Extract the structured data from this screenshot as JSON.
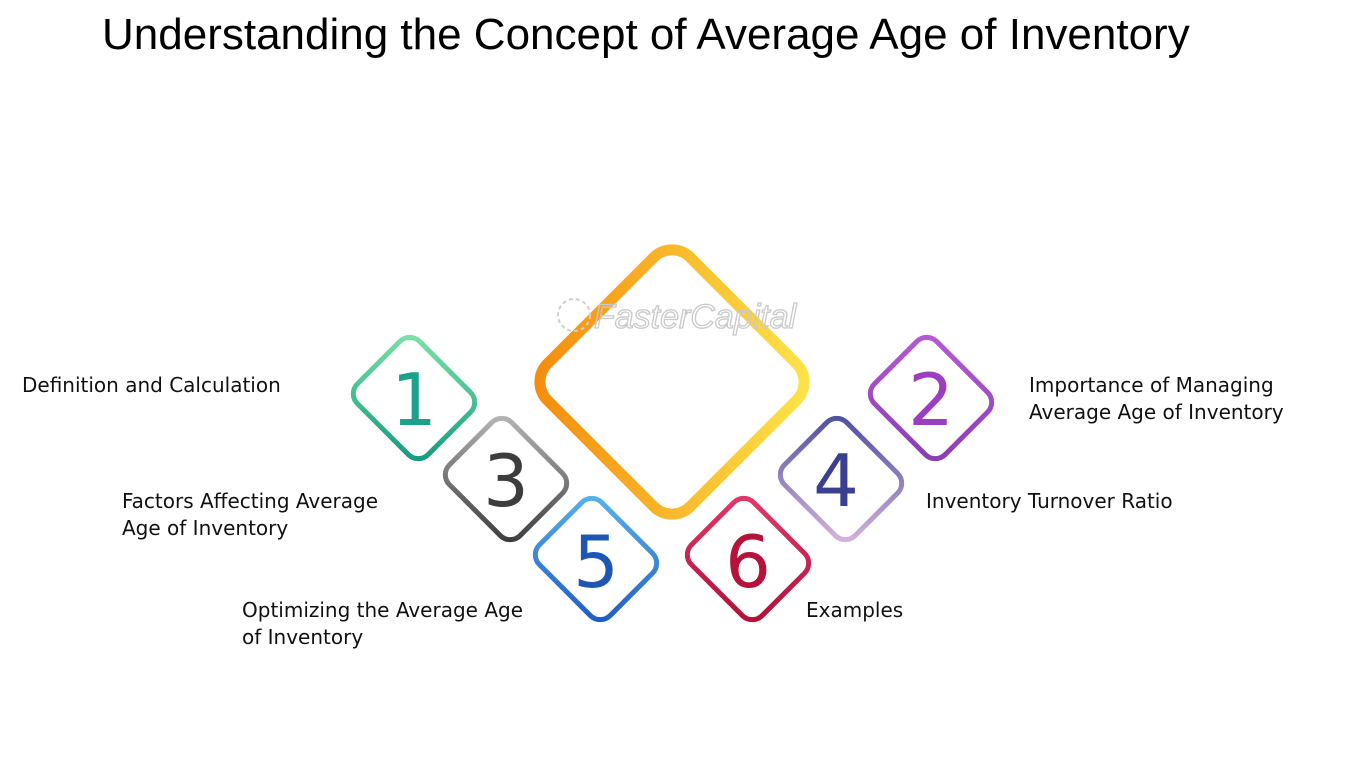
{
  "title": "Understanding the Concept of Average Age of Inventory",
  "watermark": "FasterCapital",
  "items": [
    {
      "number": "1",
      "label": "Definition and Calculation",
      "color": "#1aa38a",
      "gradient": [
        "#7ee3a8",
        "#12997f"
      ]
    },
    {
      "number": "2",
      "label": "Importance of Managing\nAverage Age of Inventory",
      "color": "#9b3fc0",
      "gradient": [
        "#b75ad6",
        "#8a3cb4"
      ]
    },
    {
      "number": "3",
      "label": "Factors Affecting Average\nAge of Inventory",
      "color": "#3d3d3d",
      "gradient": [
        "#b8b8b8",
        "#3a3a3a"
      ]
    },
    {
      "number": "4",
      "label": "Inventory Turnover Ratio",
      "color": "#3b3f8f",
      "gradient": [
        "#4a4d9e",
        "#d8b6dc"
      ]
    },
    {
      "number": "5",
      "label": "Optimizing the Average Age\nof Inventory",
      "color": "#1c57b4",
      "gradient": [
        "#5ab4ea",
        "#1d5bc0"
      ]
    },
    {
      "number": "6",
      "label": "Examples",
      "color": "#b5123c",
      "gradient": [
        "#e23a6e",
        "#b01038"
      ]
    }
  ],
  "center": {
    "gradient": [
      "#f58a0c",
      "#fde64a"
    ]
  }
}
